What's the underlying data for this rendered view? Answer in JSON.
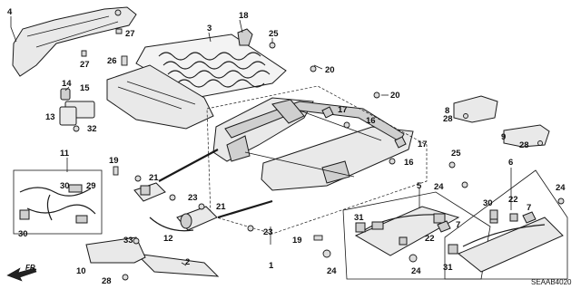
{
  "diagram": {
    "code": "SEAAB4020",
    "direction_label": "FR.",
    "callouts": [
      "4",
      "27",
      "27",
      "18",
      "25",
      "3",
      "26",
      "20",
      "14",
      "15",
      "13",
      "32",
      "20",
      "17",
      "16",
      "8",
      "28",
      "9",
      "28",
      "17",
      "25",
      "16",
      "11",
      "29",
      "30",
      "30",
      "19",
      "21",
      "23",
      "21",
      "12",
      "23",
      "33",
      "2",
      "10",
      "28",
      "1",
      "19",
      "24",
      "5",
      "31",
      "7",
      "22",
      "24",
      "24",
      "6",
      "30",
      "22",
      "7",
      "24",
      "31"
    ]
  }
}
